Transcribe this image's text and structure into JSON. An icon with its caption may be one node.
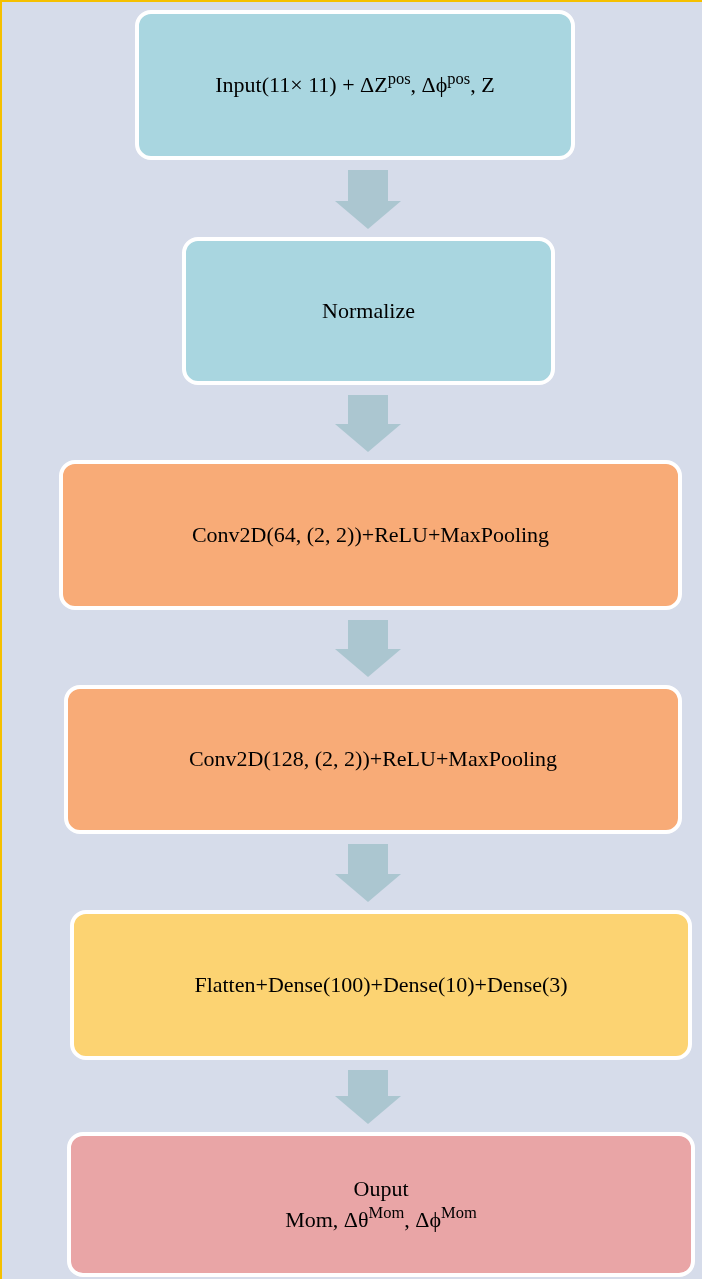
{
  "diagram": {
    "nodes": [
      {
        "text": [
          "Input(11× 11) + ΔZ$^{pos}$, Δϕ$^{pos}$, Z"
        ]
      },
      {
        "text": [
          "Normalize"
        ]
      },
      {
        "text": [
          "Conv2D(64,  (2, 2))+ReLU+MaxPooling"
        ]
      },
      {
        "text": [
          "Conv2D(128,  (2, 2))+ReLU+MaxPooling"
        ]
      },
      {
        "text": [
          "Flatten+Dense(100)+Dense(10)+Dense(3)"
        ]
      },
      {
        "text": [
          "Ouput",
          "Mom, Δθ$^{Mom}$, Δϕ$^{Mom}$"
        ]
      }
    ],
    "edges": [
      {
        "from": 0,
        "to": 1,
        "arrow": "to"
      },
      {
        "from": 1,
        "to": 2,
        "arrow": "to"
      },
      {
        "from": 2,
        "to": 3,
        "arrow": "to"
      },
      {
        "from": 3,
        "to": 4,
        "arrow": "to"
      },
      {
        "from": 4,
        "to": 5,
        "arrow": "to"
      }
    ]
  }
}
